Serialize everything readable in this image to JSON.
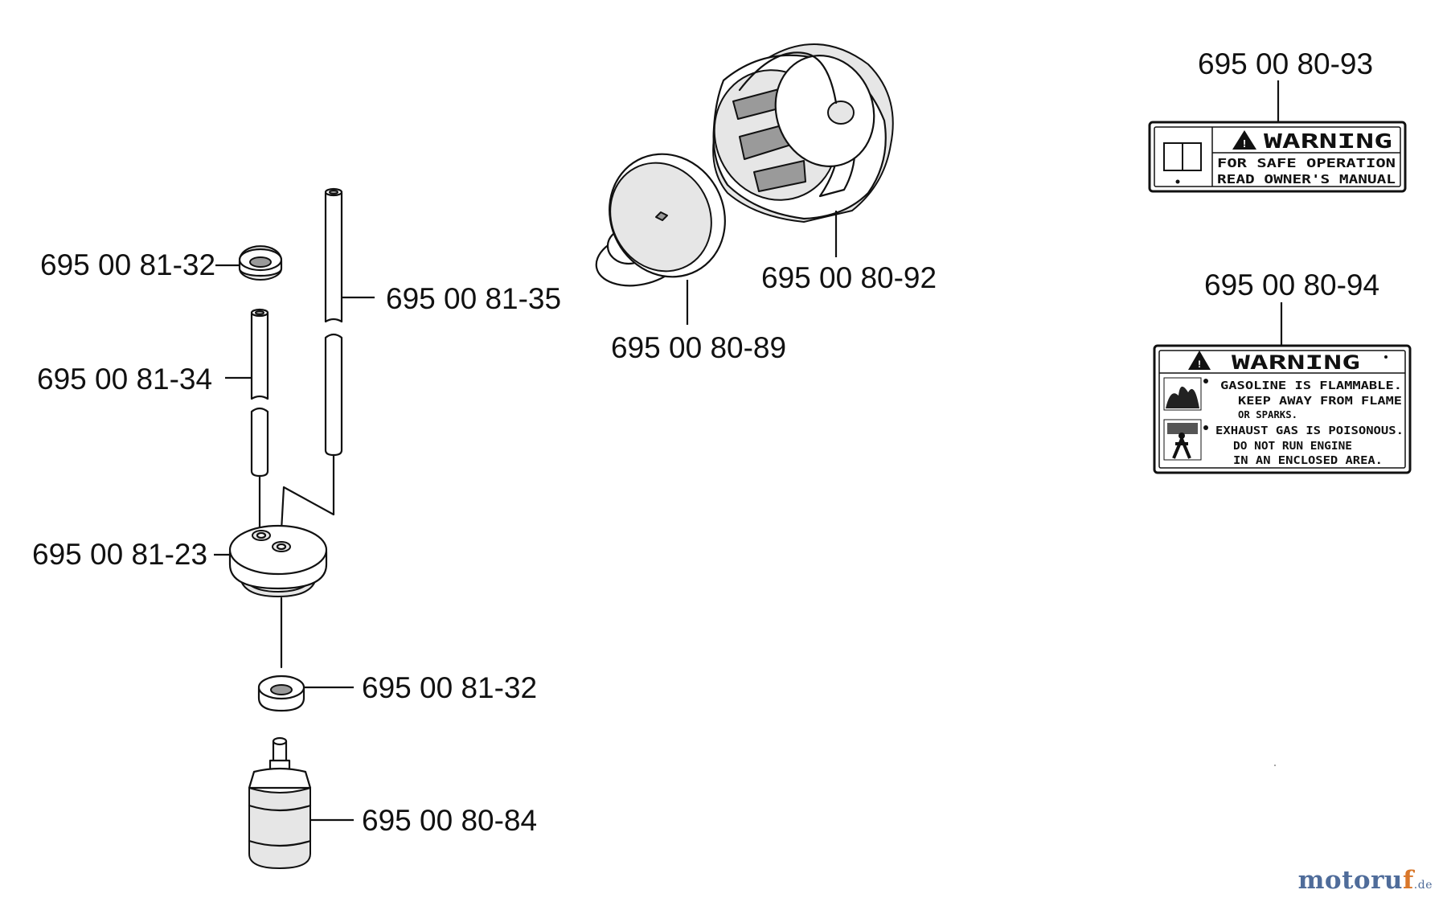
{
  "parts": {
    "ring_top": "695 00 81-32",
    "hose_long": "695 00 81-35",
    "hose_short": "695 00 81-34",
    "grommet": "695 00 81-23",
    "ring_bottom": "695 00 81-32",
    "fuel_filter": "695 00 80-84",
    "cap_disc": "695 00 80-89",
    "fuel_cap": "695 00 80-92",
    "label_manual": "695 00 80-93",
    "label_fuel": "695 00 80-94"
  },
  "label_manual": {
    "title": "WARNING",
    "line1": "FOR SAFE OPERATION",
    "line2": "READ OWNER'S MANUAL"
  },
  "label_fuel": {
    "title": "WARNING",
    "line1": "GASOLINE IS FLAMMABLE.",
    "line2": "KEEP AWAY FROM FLAME",
    "line3": "OR SPARKS.",
    "line4": "EXHAUST GAS IS POISONOUS.",
    "line5": "DO NOT RUN ENGINE",
    "line6": "IN AN ENCLOSED AREA."
  },
  "watermark": {
    "main": "motoru",
    "accent": "f",
    "suffix": ".de"
  }
}
